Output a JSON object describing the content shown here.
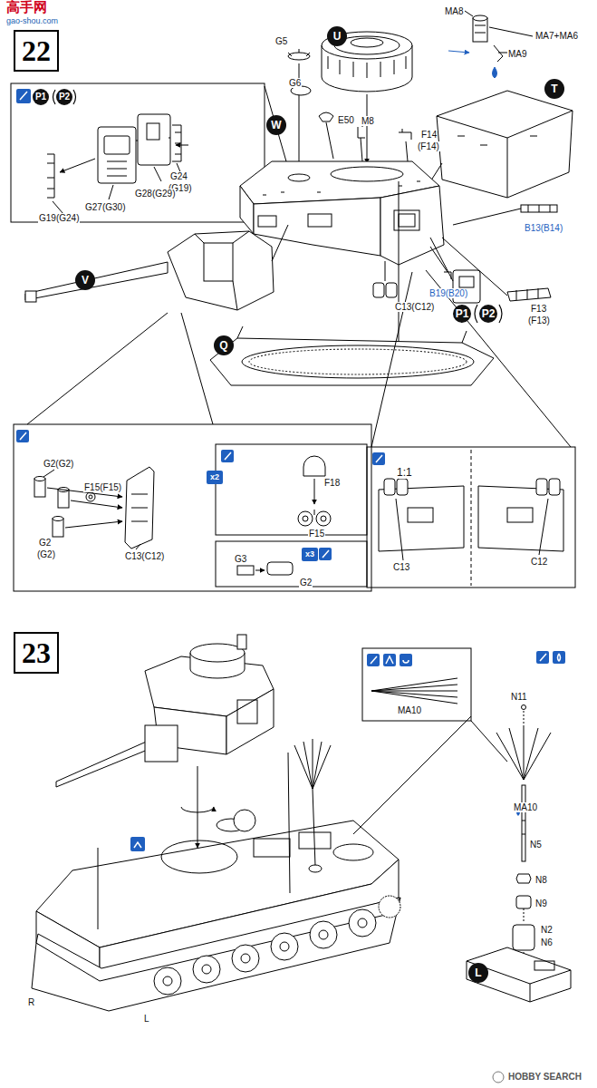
{
  "diagram": {
    "nodes": [
      {
        "text": [
          "22"
        ]
      },
      {
        "text": [
          "23"
        ]
      },
      {
        "text": [
          "U"
        ]
      },
      {
        "text": [
          "W"
        ]
      },
      {
        "text": [
          "T"
        ]
      },
      {
        "text": [
          "V"
        ]
      },
      {
        "text": [
          "Q"
        ]
      },
      {
        "text": [
          "P1"
        ]
      },
      {
        "text": [
          "P2"
        ]
      },
      {
        "text": [
          "P1"
        ]
      },
      {
        "text": [
          "P2"
        ]
      },
      {
        "text": [
          "x2"
        ]
      },
      {
        "text": [
          "x3"
        ]
      },
      {
        "text": [
          "L"
        ]
      }
    ],
    "labels": [
      "高手网",
      "gao-shou.com",
      "G5",
      "G6",
      "E50",
      "M8",
      "MA8",
      "MA7+MA6",
      "MA9",
      "F14",
      "(F14)",
      "B13(B14)",
      "B19(B20)",
      "C13(C12)",
      "F13",
      "(F13)",
      "G24",
      "(G19)",
      "G28(G29)",
      "G27(G30)",
      "G19(G24)",
      "G2(G2)",
      "F15(F15)",
      "C13(C12)",
      "G2",
      "(G2)",
      "F18",
      "F15",
      "G3",
      "G2",
      "1:1",
      "C13",
      "C12",
      "MA10",
      "N11",
      "MA10",
      "N5",
      "N8",
      "N9",
      "N2",
      "N6",
      "R",
      "L",
      "HOBBY SEARCH"
    ]
  }
}
